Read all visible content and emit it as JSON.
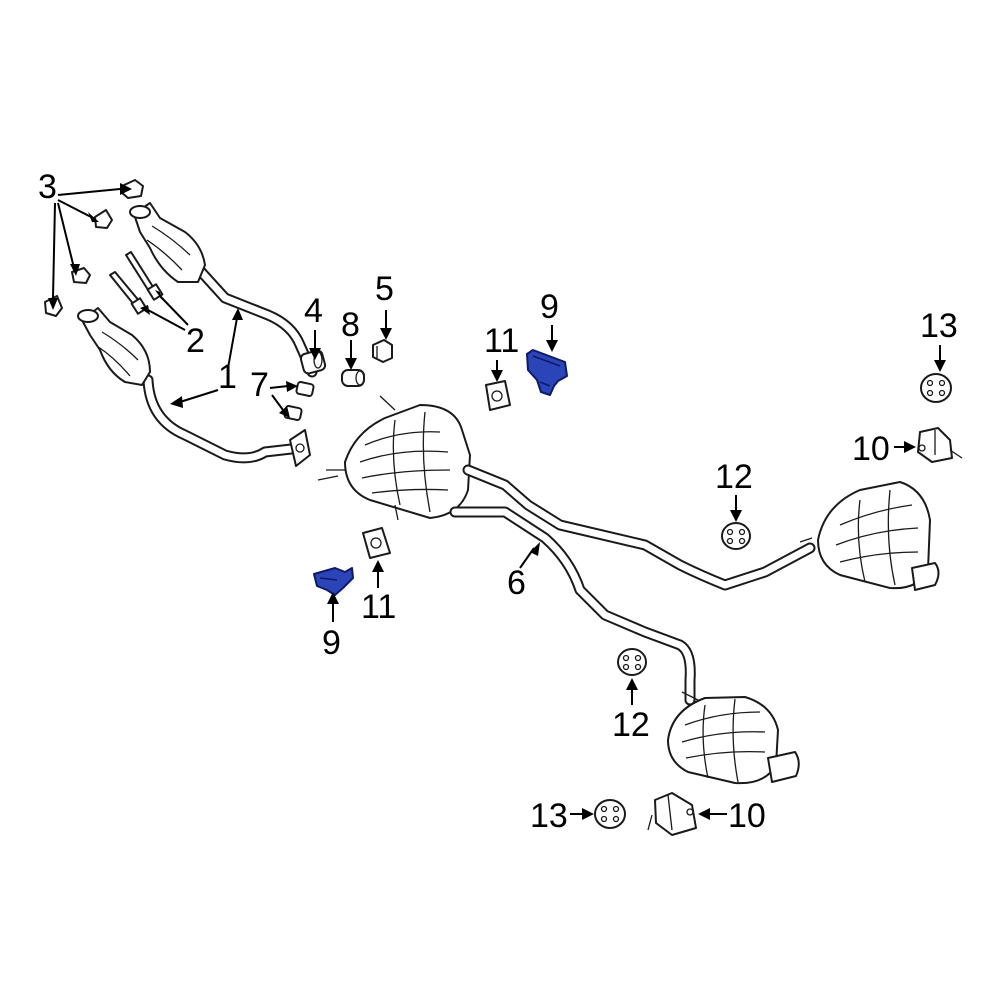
{
  "callouts": {
    "c1": "1",
    "c2": "2",
    "c3": "3",
    "c4": "4",
    "c5": "5",
    "c6": "6",
    "c7": "7",
    "c8": "8",
    "c9a": "9",
    "c9b": "9",
    "c10a": "10",
    "c10b": "10",
    "c11a": "11",
    "c11b": "11",
    "c12a": "12",
    "c12b": "12",
    "c13a": "13",
    "c13b": "13"
  },
  "colors": {
    "highlight": "#2b45b8",
    "line": "#1a1a1a",
    "background": "#ffffff"
  }
}
